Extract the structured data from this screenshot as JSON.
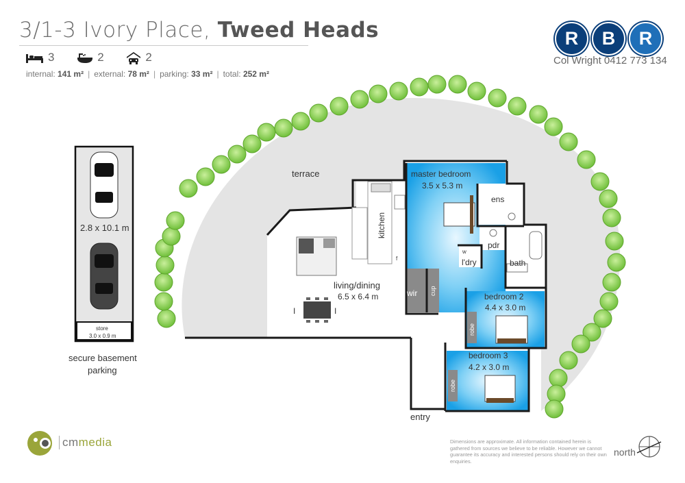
{
  "header": {
    "address_prefix": "3/1-3 Ivory Place, ",
    "suburb": "Tweed Heads",
    "bedrooms": "3",
    "bathrooms": "2",
    "parking": "2",
    "internal_label": "internal:",
    "internal_value": "141 m²",
    "external_label": "external:",
    "external_value": "78 m²",
    "parking_label": "parking:",
    "parking_value": "33 m²",
    "total_label": "total:",
    "total_value": "252 m²",
    "separator": "|"
  },
  "agency": {
    "letters": [
      "R",
      "B",
      "R"
    ],
    "contact": "Col Wright 0412 773 134",
    "colors": {
      "navy": "#0b3f7a",
      "blue": "#1f6fb8"
    }
  },
  "icons": {
    "bed": "bed-icon",
    "bath": "bath-icon",
    "car": "car-icon",
    "compass": "compass-icon"
  },
  "plan": {
    "terrace": "terrace",
    "kitchen": "kitchen",
    "living": "living/dining",
    "living_size": "6.5 x 6.4 m",
    "master": "master bedroom",
    "master_size": "3.5 x 5.3 m",
    "ens": "ens",
    "pdr": "pdr",
    "laundry": "l'dry",
    "bath": "bath",
    "wir": "wir",
    "cup": "cup",
    "bedroom2": "bedroom 2",
    "bedroom2_size": "4.4 x 3.0 m",
    "bedroom3": "bedroom 3",
    "bedroom3_size": "4.2 x 3.0 m",
    "robe": "robe",
    "entry": "entry",
    "parking_size": "2.8 x 10.1 m",
    "store": "store",
    "store_size": "3.0 x 0.9 m",
    "basement_line1": "secure basement",
    "basement_line2": "parking",
    "w": "w",
    "f": "f",
    "i": "I"
  },
  "colors": {
    "room_blue": "#2aa8e8",
    "tree": "#8fd14f",
    "terrace_grey": "#e4e4e4"
  },
  "footer": {
    "brand_cm": "cm",
    "brand_media": "media",
    "disclaimer": "Dimensions are approximate. All information contained herein is gathered from sources we believe to be reliable. However we cannot guarantee its accuracy and interested persons should rely on their own enquiries.",
    "north": "north"
  }
}
